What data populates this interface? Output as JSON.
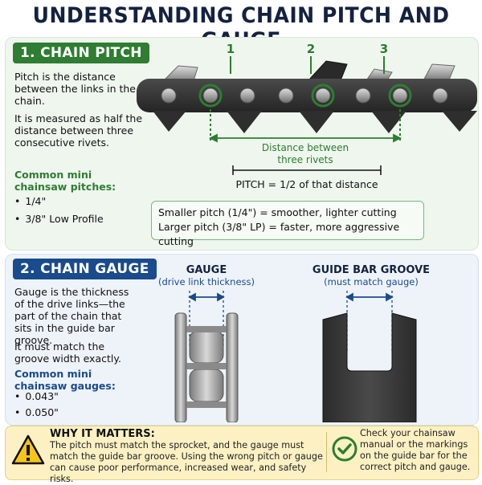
{
  "title": "UNDERSTANDING CHAIN PITCH AND GAUGE",
  "pitch": {
    "badge": "1. CHAIN PITCH",
    "definition": "Pitch is the distance between the links in the chain.",
    "measured": "It is measured as half the distance between three consecutive rivets.",
    "common_heading": "Common mini chainsaw pitches:",
    "common_items": [
      "1/4\"",
      "3/8\" Low Profile"
    ],
    "rivet_numbers": [
      "1",
      "2",
      "3"
    ],
    "distance_label_line1": "Distance between",
    "distance_label_line2": "three rivets",
    "pitch_label": "PITCH = 1/2 of that distance",
    "compare_smaller": "Smaller pitch (1/4\") = smoother, lighter cutting",
    "compare_larger": "Larger pitch (3/8\" LP) = faster, more aggressive cutting"
  },
  "gauge": {
    "badge": "2. CHAIN GAUGE",
    "definition": "Gauge is the thickness of the drive links—the part of the chain that sits in the guide bar groove.",
    "match": "It must match the groove width exactly.",
    "common_heading": "Common mini chainsaw gauges:",
    "common_items": [
      "0.043\"",
      "0.050\""
    ],
    "gauge_label": "GAUGE",
    "gauge_sub": "(drive link thickness)",
    "groove_label": "GUIDE BAR GROOVE",
    "groove_sub": "(must match gauge)"
  },
  "why": {
    "title": "WHY IT MATTERS:",
    "text": "The pitch must match the sprocket, and the gauge must match the guide bar groove. Using the wrong pitch or gauge can cause poor performance, increased wear, and safety risks."
  },
  "check": {
    "text": "Check your chainsaw manual or the markings on the guide bar for the correct pitch and gauge."
  },
  "icons": {
    "warning": "warning-icon",
    "check": "check-circle-icon"
  },
  "colors": {
    "navy": "#14223f",
    "green": "#2e7d32",
    "blue": "#1a4b8c",
    "yellow": "#fdf1c4"
  }
}
